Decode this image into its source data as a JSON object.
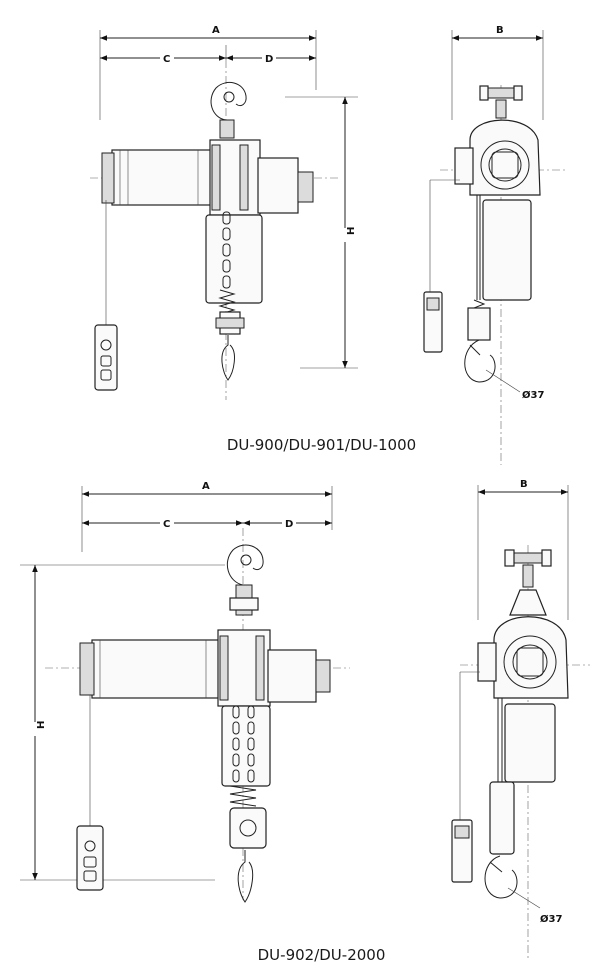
{
  "diagrams": [
    {
      "caption": "DU-900/DU-901/DU-1000",
      "dims": {
        "a": "A",
        "b": "B",
        "c": "C",
        "d": "D",
        "h": "H",
        "hook": "Ø37"
      }
    },
    {
      "caption": "DU-902/DU-2000",
      "dims": {
        "a": "A",
        "b": "B",
        "c": "C",
        "d": "D",
        "h": "H",
        "hook": "Ø37"
      }
    }
  ]
}
